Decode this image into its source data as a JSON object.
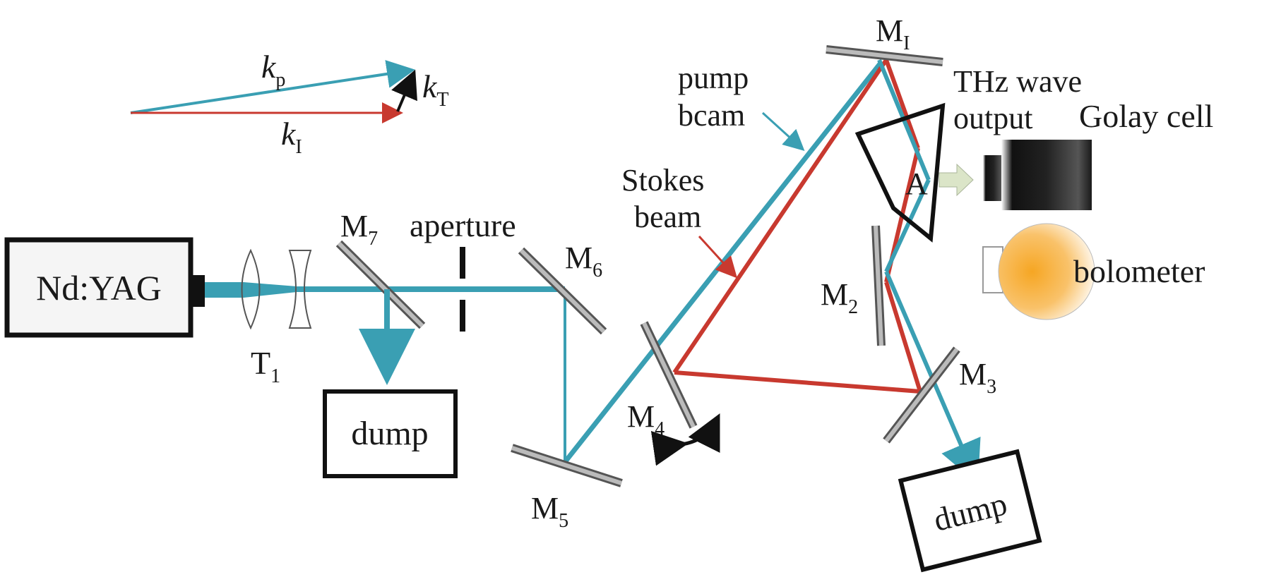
{
  "labels": {
    "laser": "Nd:YAG",
    "telescope": "T",
    "telescope_sub": "1",
    "m7": "M",
    "m7_sub": "7",
    "aperture": "aperture",
    "m6": "M",
    "m6_sub": "6",
    "m5": "M",
    "m5_sub": "5",
    "m4": "M",
    "m4_sub": "4",
    "m1": "M",
    "m1_sub": "I",
    "m2": "M",
    "m2_sub": "2",
    "m3": "M",
    "m3_sub": "3",
    "dump_left": "dump",
    "dump_right": "dump",
    "pump_1": "pump",
    "pump_2": "bcam",
    "stokes_1": "Stokes",
    "stokes_2": "beam",
    "thz_1": "THz wave",
    "thz_2": "output",
    "golay": "Golay cell",
    "bolometer": "bolometer",
    "point_a": "A"
  },
  "vectors": {
    "kp": "k",
    "kp_sub": "p",
    "ki": "k",
    "ki_sub": "I",
    "kt": "k",
    "kt_sub": "T"
  },
  "colors": {
    "pump": "#3a9fb3",
    "stokes": "#c8392f",
    "box": "#111111",
    "mirror": "#9a9a9a"
  }
}
